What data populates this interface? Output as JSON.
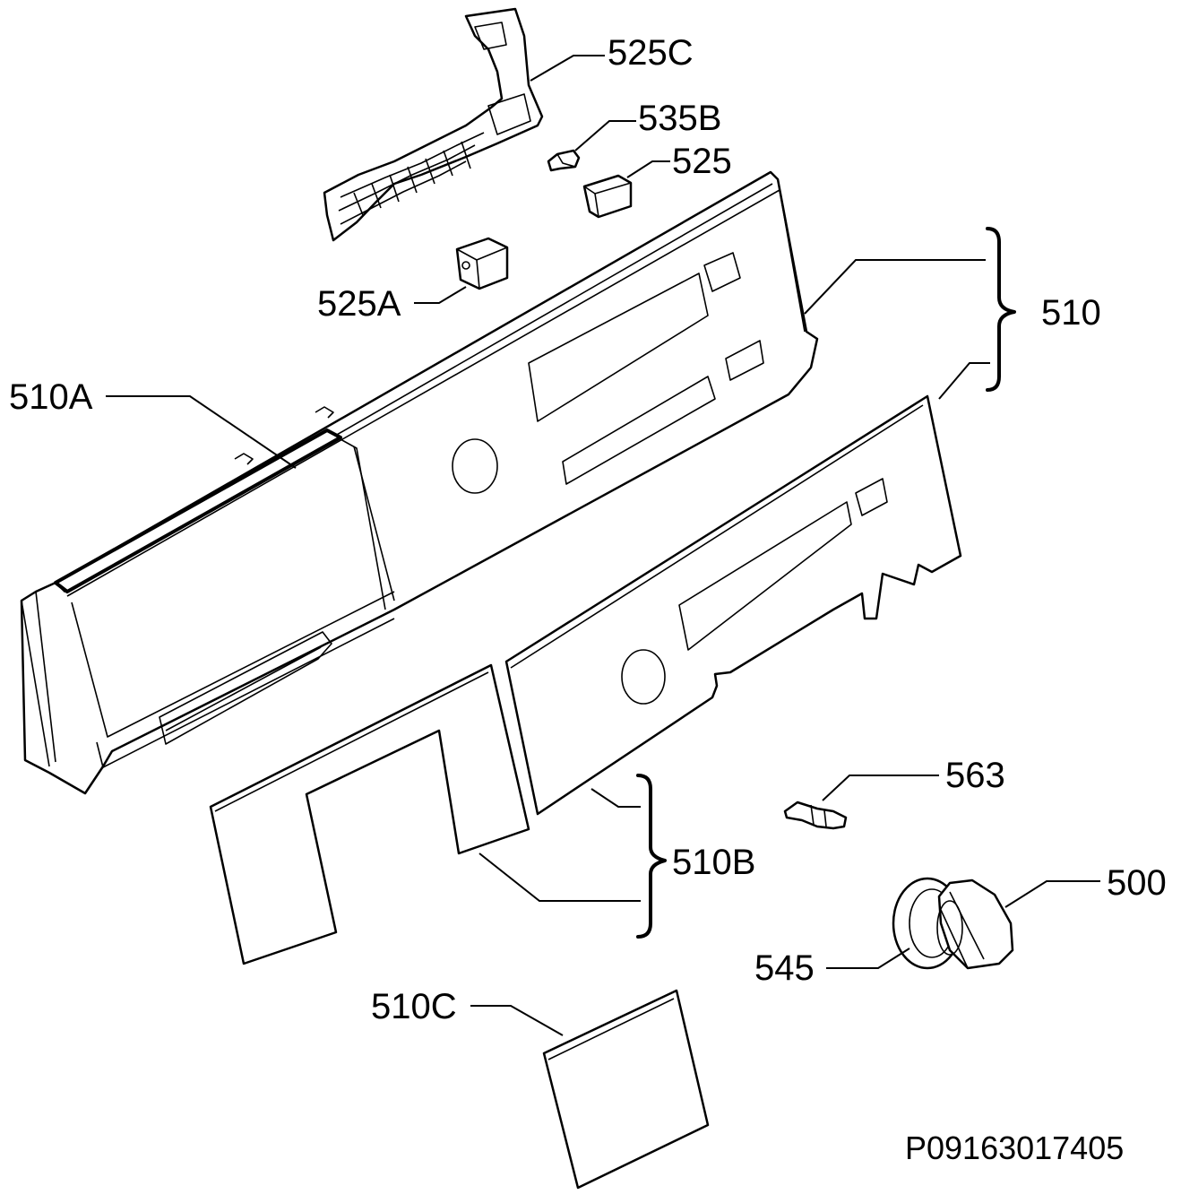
{
  "callouts": {
    "c525C": "525C",
    "c535B": "535B",
    "c525": "525",
    "c525A": "525A",
    "c510": "510",
    "c510A": "510A",
    "c563": "563",
    "c510B": "510B",
    "c500": "500",
    "c545": "545",
    "c510C": "510C"
  },
  "document_id": "P09163017405",
  "colors": {
    "ink": "#000000",
    "paper": "#ffffff"
  }
}
